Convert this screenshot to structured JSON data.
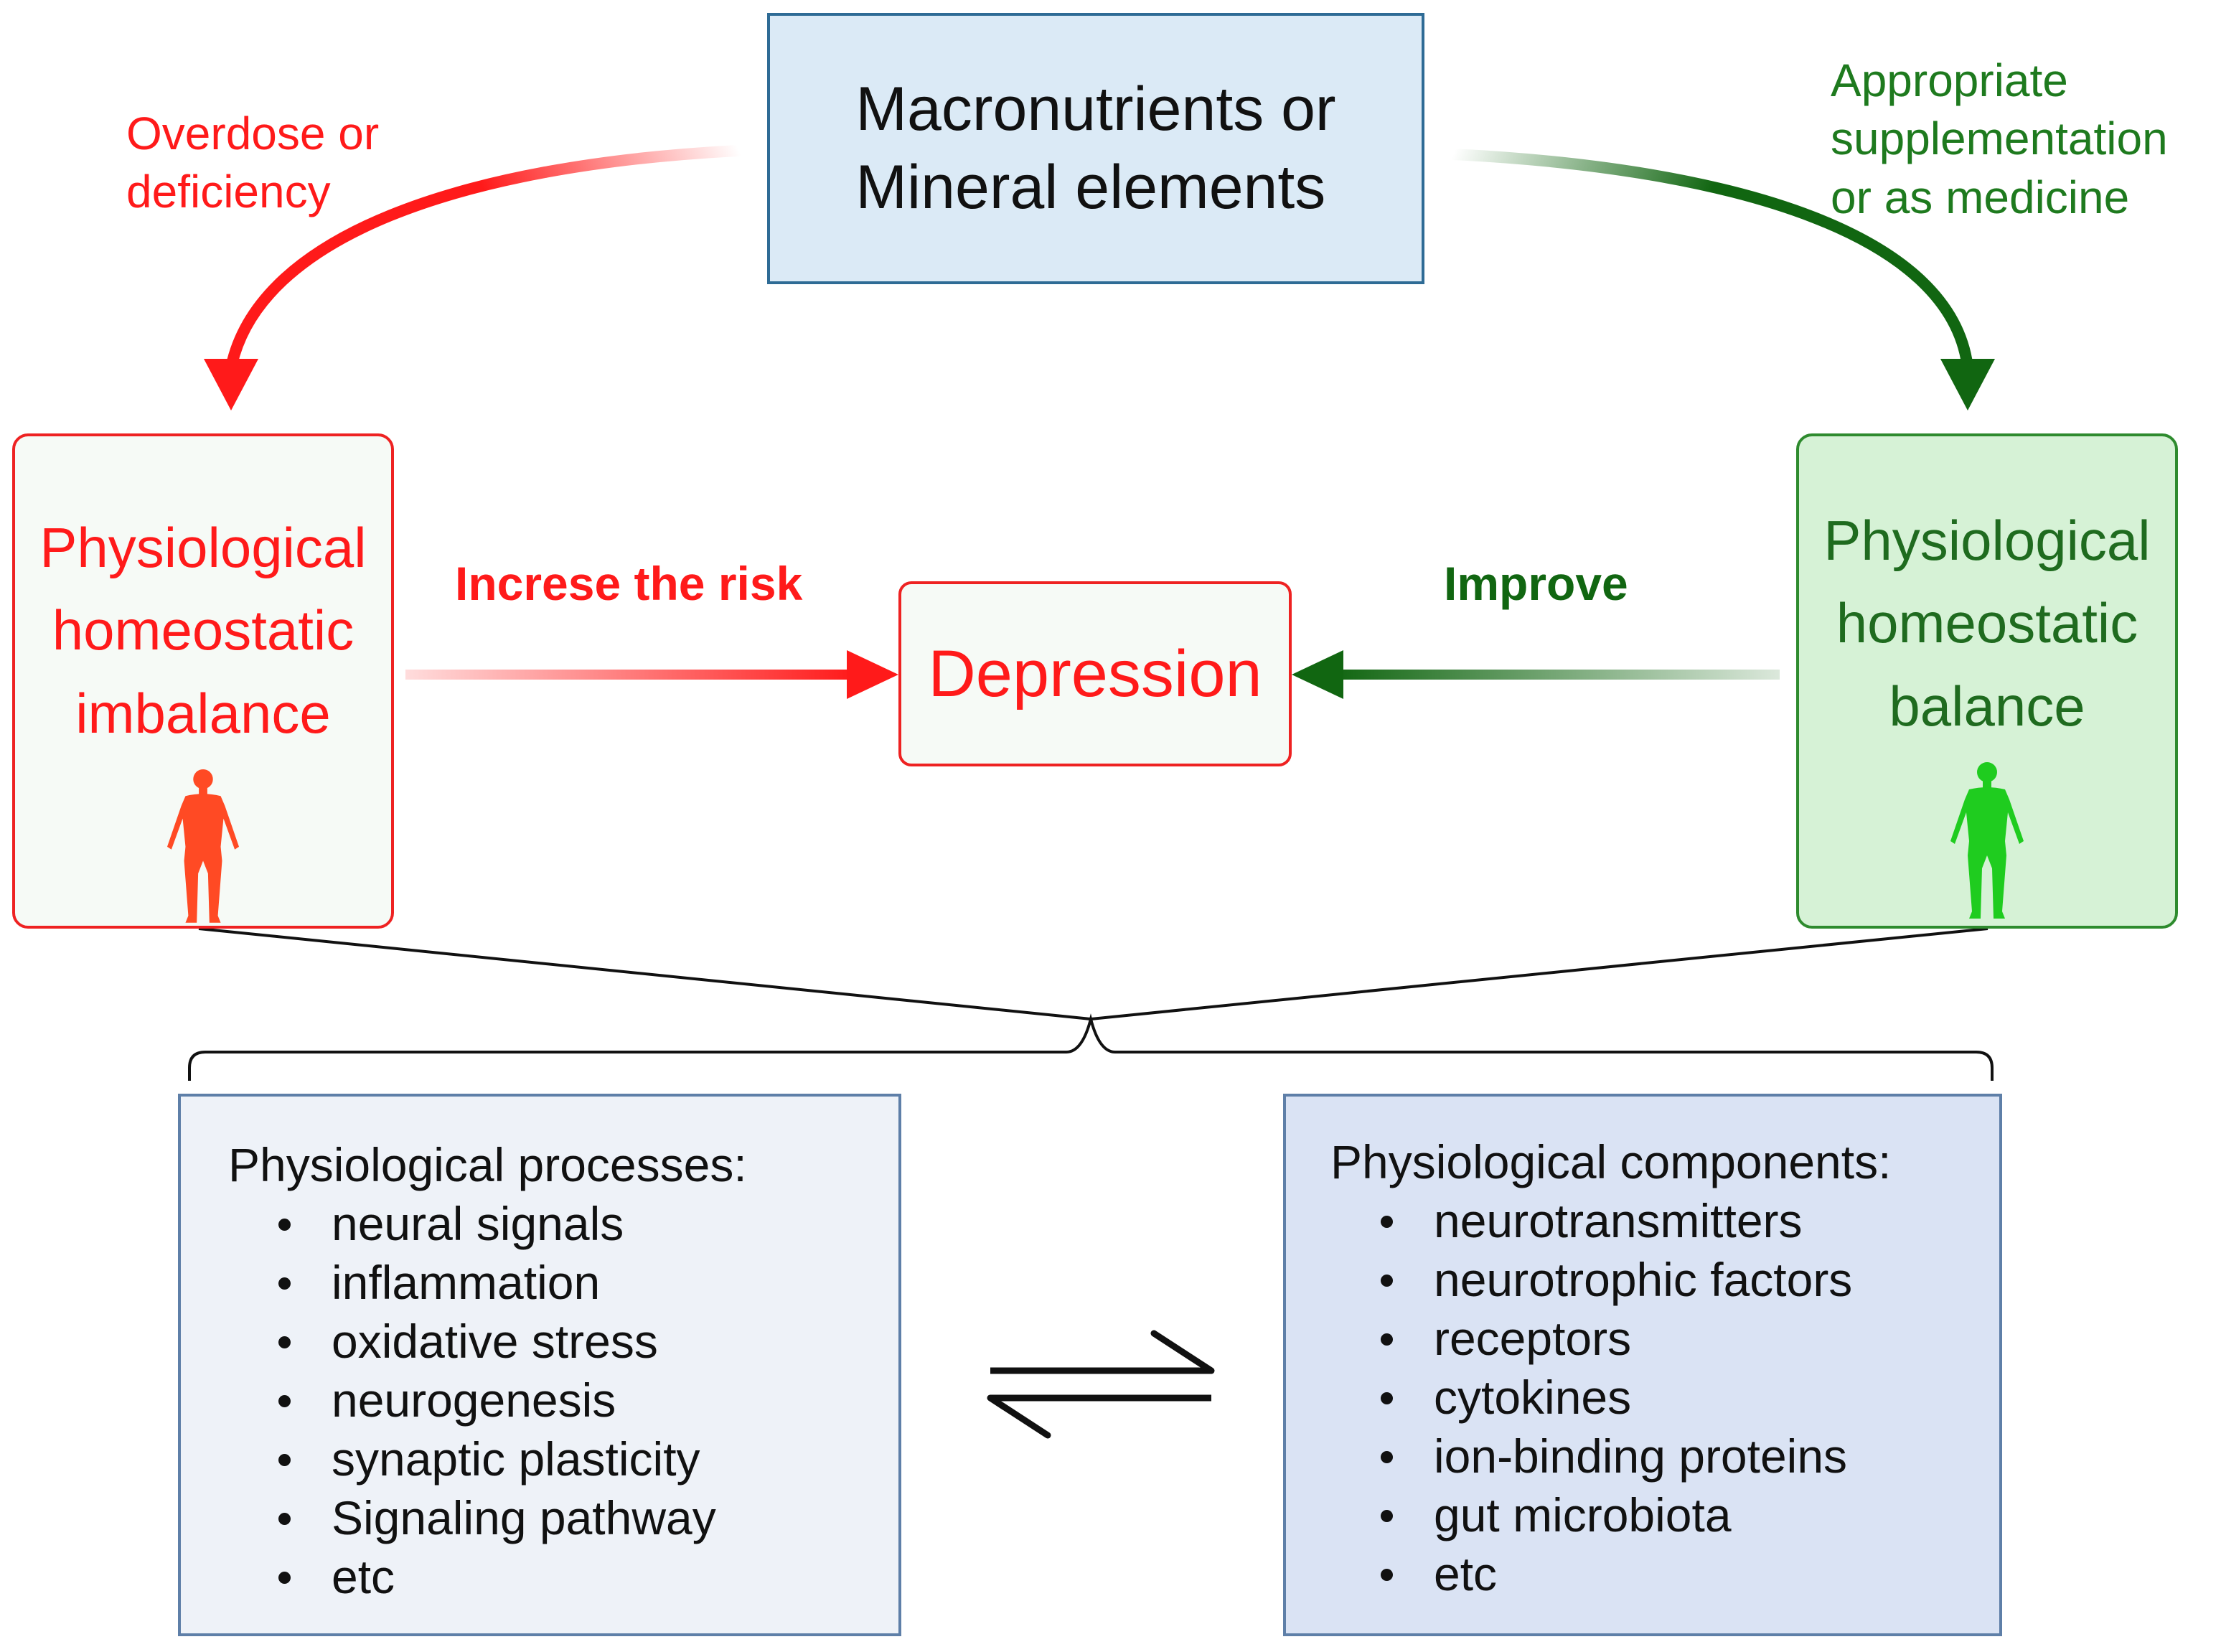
{
  "top_box": {
    "lines": [
      "Macronutrients or",
      "Mineral elements"
    ]
  },
  "labels": {
    "left_arrow": [
      "Overdose or",
      "deficiency"
    ],
    "right_arrow": [
      "Appropriate",
      "supplementation",
      "or as medicine"
    ],
    "risk": "Increse the risk",
    "improve": "Improve"
  },
  "imbalance_box": {
    "lines": [
      "Physiological",
      "homeostatic",
      "imbalance"
    ],
    "icon": "human-figure-icon",
    "color": "#ff4a24"
  },
  "balance_box": {
    "lines": [
      "Physiological",
      "homeostatic",
      "balance"
    ],
    "icon": "human-figure-icon",
    "color": "#1fcc1f"
  },
  "depression_box": {
    "label": "Depression"
  },
  "processes": {
    "heading": "Physiological processes:",
    "items": [
      "neural signals",
      "inflammation",
      "oxidative stress",
      "neurogenesis",
      "synaptic plasticity",
      "Signaling pathway",
      "etc"
    ]
  },
  "components": {
    "heading": "Physiological components:",
    "items": [
      "neurotransmitters",
      "neurotrophic factors",
      "receptors",
      "cytokines",
      "ion-binding proteins",
      "gut microbiota",
      "etc"
    ]
  },
  "colors": {
    "risk_red": "#ff1a1a",
    "improve_green": "#116611",
    "top_box_fill": "#dbeaf6",
    "balance_fill": "#d6f2d6"
  },
  "equilibrium_symbol": "reversible-arrows-icon"
}
